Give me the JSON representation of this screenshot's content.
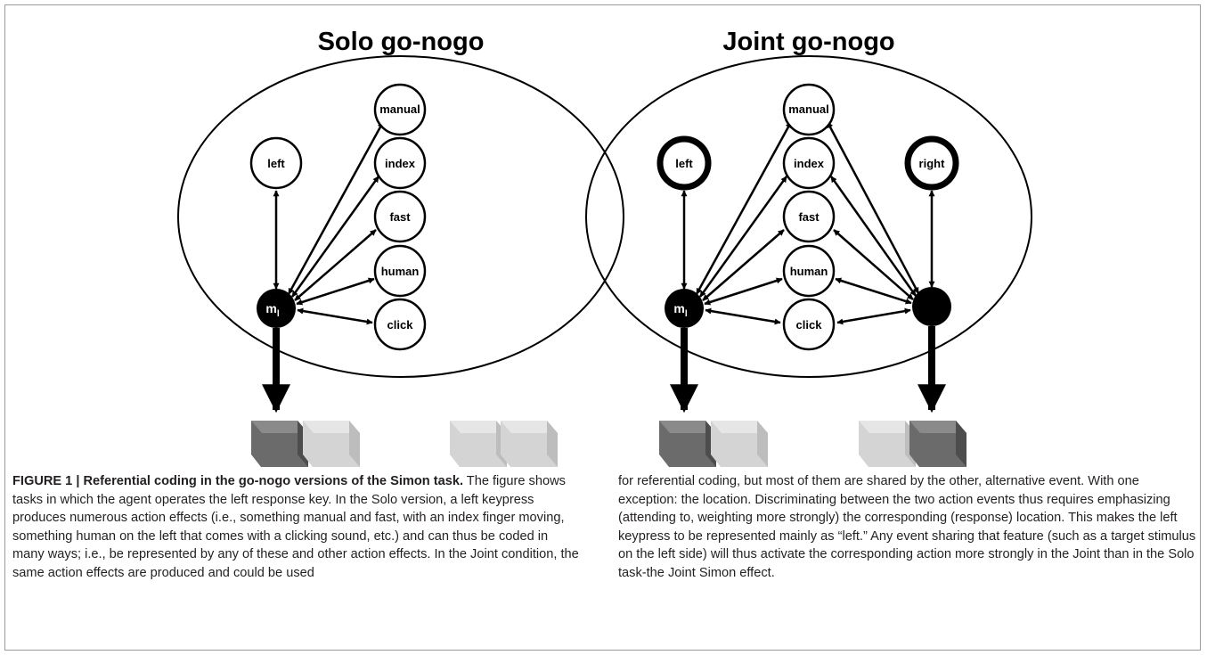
{
  "figure": {
    "panels": [
      {
        "id": "solo",
        "title": "Solo go-nogo",
        "nodes": [
          "manual",
          "index",
          "fast",
          "human",
          "click",
          "left"
        ],
        "motor_label": "m",
        "motor_subscript": "l"
      },
      {
        "id": "joint",
        "title": "Joint go-nogo",
        "nodes": [
          "manual",
          "index",
          "fast",
          "human",
          "click",
          "left",
          "right"
        ],
        "motor_label": "m",
        "motor_subscript": "l"
      }
    ],
    "colors": {
      "dark_key": "#6b6b6b",
      "light_key": "#d4d4d4",
      "motor_node": "#000000",
      "stroke": "#000000"
    }
  },
  "caption": {
    "label": "FIGURE 1 | Referential coding in the go-nogo versions of the Simon task.",
    "text_col1": "The figure shows tasks in which the agent operates the left response key. In the Solo version, a left keypress produces numerous action effects (i.e., something manual and fast, with an index finger moving, something human on the left that comes with a clicking sound, etc.) and can thus be coded in many ways; i.e., be represented by any of these and other action effects. In the Joint condition, the same action effects are produced and could be used",
    "text_col2": "for referential coding, but most of them are shared by the other, alternative event. With one exception: the location. Discriminating between the two action events thus requires emphasizing (attending to, weighting more strongly) the corresponding (response) location. This makes the left keypress to be represented mainly as “left.” Any event sharing that feature (such as a target stimulus on the left side) will thus activate the corresponding action more strongly in the Joint than in the Solo task-the Joint Simon effect."
  }
}
